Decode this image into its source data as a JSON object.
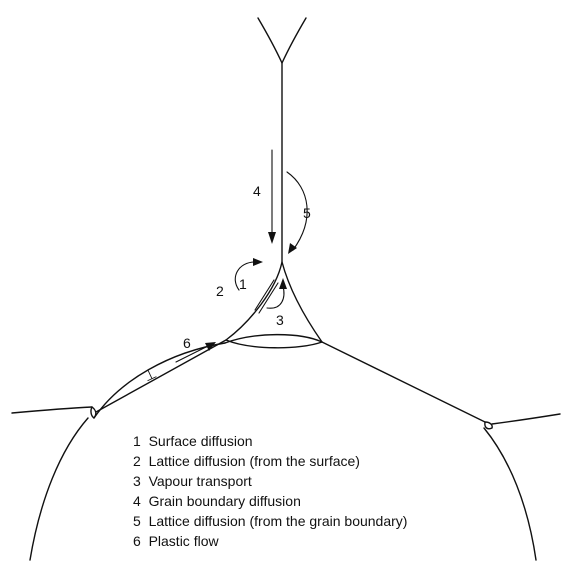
{
  "diagram": {
    "labels": [
      "1",
      "2",
      "3",
      "4",
      "5",
      "6"
    ],
    "dislocation_symbol": "⊥",
    "legend": [
      "1  Surface diffusion",
      "2  Lattice diffusion (from the surface)",
      "3  Vapour transport",
      "4  Grain boundary diffusion",
      "5  Lattice diffusion (from the grain boundary)",
      "6  Plastic flow"
    ]
  }
}
